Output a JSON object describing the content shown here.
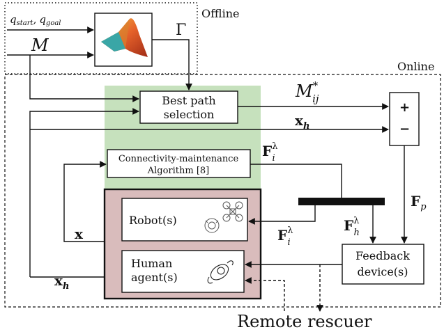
{
  "regions": {
    "offline_label": "Offline",
    "online_label": "Online"
  },
  "blocks": {
    "best_path_line1": "Best path",
    "best_path_line2": "selection",
    "connectivity_line1": "Connectivity-maintenance",
    "connectivity_line2": "Algorithm [8]",
    "robot": "Robot(s)",
    "human_line1": "Human",
    "human_line2": "agent(s)",
    "feedback_line1": "Feedback",
    "feedback_line2": "device(s)",
    "sum_plus": "+",
    "sum_minus": "−"
  },
  "signals": {
    "q_start": "q",
    "q_start_sub": "start",
    "q_sep": ",",
    "q_goal": "q",
    "q_goal_sub": "goal",
    "map": "M",
    "gamma": "Γ",
    "m_ij": "M",
    "m_ij_sup": "*",
    "m_ij_sub": "ij",
    "x_h_upper": "x",
    "x_h_upper_sub": "h",
    "f_i_upper": "F",
    "f_i_upper_sup": "λ",
    "f_i_upper_sub": "i",
    "f_p": "F",
    "f_p_sub": "p",
    "f_h": "F",
    "f_h_sup": "λ",
    "f_h_sub": "h",
    "f_i_lower": "F",
    "f_i_lower_sup": "λ",
    "f_i_lower_sub": "i",
    "x_robot": "x",
    "x_h_lower": "x",
    "x_h_lower_sub": "h"
  },
  "footer": {
    "remote_rescuer": "Remote rescuer"
  },
  "icons": {
    "matlab": "matlab-logo-icon",
    "drone": "quadrotor-drone-icon",
    "ground_robot": "wheeled-robot-icon",
    "human": "human-top-view-icon"
  },
  "colors": {
    "green_panel": "#c6e1bd",
    "agent_panel": "#d9bcbc",
    "line": "#111111"
  }
}
